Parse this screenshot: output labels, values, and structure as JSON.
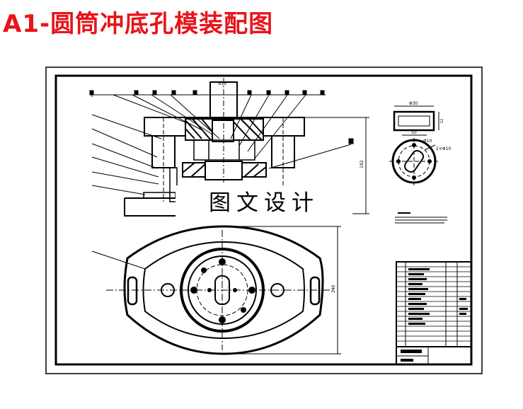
{
  "title": "A1-圆筒冲底孔模装配图",
  "watermark": "图文设计",
  "dimensions": {
    "top_width": "Φ10",
    "height_main": "192",
    "height_plan": "240",
    "part_width_top": "Φ30",
    "part_width_bottom": "50",
    "part_height": "12",
    "part_hole": "Φ10",
    "part_slot": "2×Φ10"
  },
  "colors": {
    "title": "#e8141b",
    "line": "#000000"
  }
}
